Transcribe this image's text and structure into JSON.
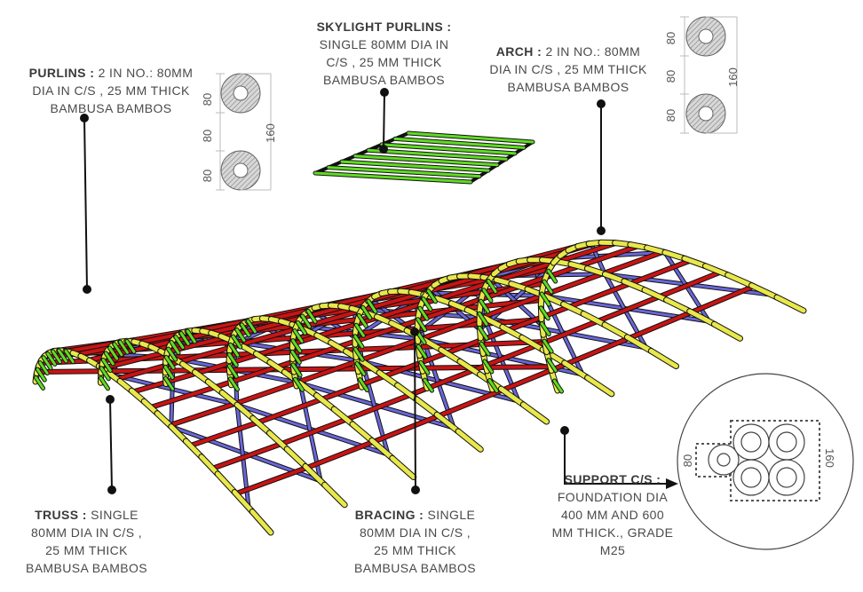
{
  "labels": {
    "purlins": {
      "title": "PURLINS :",
      "lines": [
        " 2 IN NO.: 80MM",
        "DIA IN C/S , 25 MM THICK",
        "BAMBUSA BAMBOS"
      ]
    },
    "skylight": {
      "title": "SKYLIGHT PURLINS :",
      "lines": [
        "SINGLE 80MM DIA IN",
        "C/S , 25 MM THICK",
        "BAMBUSA BAMBOS"
      ]
    },
    "arch": {
      "title": "ARCH :",
      "lines": [
        " 2 IN NO.: 80MM",
        "DIA IN C/S , 25 MM THICK",
        "BAMBUSA BAMBOS"
      ]
    },
    "truss": {
      "title": "TRUSS :",
      "lines": [
        " SINGLE",
        "80MM DIA IN C/S ,",
        "25 MM THICK",
        "BAMBUSA BAMBOS"
      ]
    },
    "bracing": {
      "title": "BRACING :",
      "lines": [
        " SINGLE",
        "80MM DIA IN C/S ,",
        "25 MM THICK",
        "BAMBUSA BAMBOS"
      ]
    },
    "support": {
      "title": "SUPPORT C/S :",
      "lines": [
        "FOUNDATION DIA",
        "400 MM AND 600",
        "MM THICK., GRADE",
        "M25"
      ]
    }
  },
  "dimensions": {
    "purlins": {
      "d1": "80",
      "d2": "80",
      "d3": "80",
      "total": "160"
    },
    "arch": {
      "d1": "80",
      "d2": "80",
      "d3": "80",
      "total": "160"
    },
    "support": {
      "small": "80",
      "total": "160"
    }
  },
  "colors": {
    "purlin": "#c81414",
    "truss": "#5fdc22",
    "arch": "#e8e84a",
    "bracing": "#6a66d8",
    "outline": "#111111",
    "hatch": "#9a9a9a"
  }
}
